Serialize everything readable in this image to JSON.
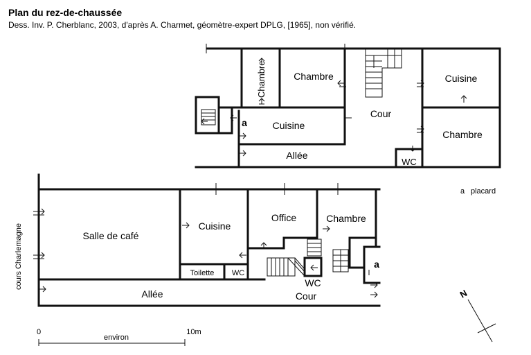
{
  "header": {
    "title": "Plan du rez-de-chaussée",
    "subtitle": "Dess. Inv. P. Cherblanc, 2003, d'après A. Charmet, géomètre-expert DPLG, [1965], non vérifié."
  },
  "upper_rooms": {
    "chambre_vertical": "Chambre",
    "chambre": "Chambre",
    "cuisine_left": "Cuisine",
    "cour": "Cour",
    "cuisine_right": "Cuisine",
    "chambre_right": "Chambre",
    "allee": "Allée",
    "wc": "WC",
    "marker_a": "a"
  },
  "lower_rooms": {
    "salle_de_cafe": "Salle de café",
    "cuisine": "Cuisine",
    "office": "Office",
    "chambre": "Chambre",
    "toilette": "Toilette",
    "wc_small": "WC",
    "wc": "WC",
    "allee": "Allée",
    "cour": "Cour",
    "marker_a": "a"
  },
  "street": "cours Charlemagne",
  "legend": {
    "marker": "a",
    "text": "placard"
  },
  "scale": {
    "zero": "0",
    "label": "environ",
    "max": "10m"
  },
  "north": "N"
}
